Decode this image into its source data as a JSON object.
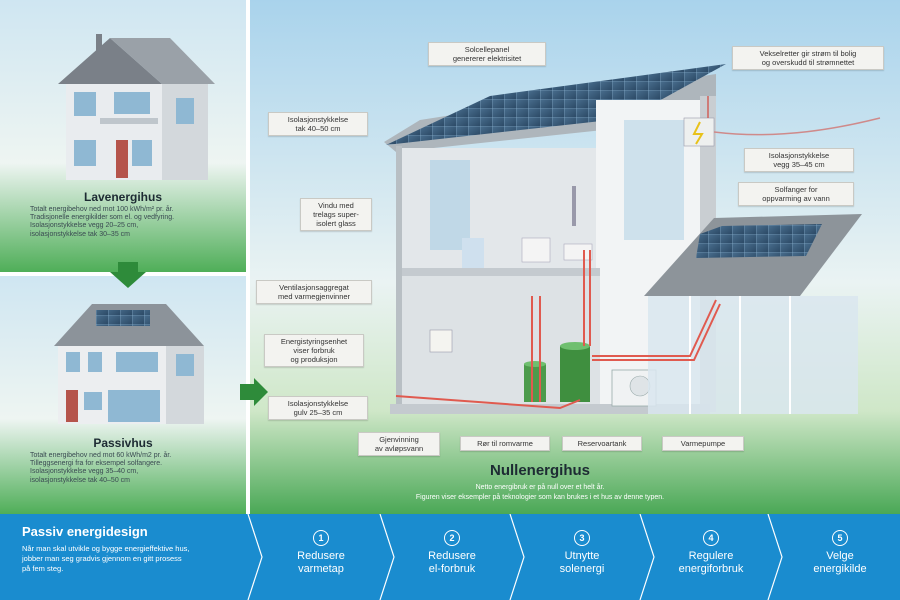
{
  "lavenergi": {
    "title": "Lavenergihus",
    "desc": "Totalt energibehov ned mot 100 kWh/m² pr. år.\nTradisjonelle energikilder som el. og vedfyring.\nIsolasjonstykkelse vegg 20–25 cm,\nisolasjonstykkelse tak 30–35 cm"
  },
  "passiv": {
    "title": "Passivhus",
    "desc": "Totalt energibehov ned mot 60 kWh/m2 pr. år.\nTilleggsenergi fra for eksempel solfangere.\nIsolasjonstykkelse vegg 35–40 cm,\nisolasjonstykkelse tak 40–50 cm"
  },
  "nullenergi": {
    "title": "Nullenergihus",
    "desc1": "Netto energibruk er på null over et helt år.",
    "desc2": "Figuren viser eksempler på teknologier som kan brukes i et hus av denne typen."
  },
  "labels": {
    "solcelle": "Solcellepanel\ngenererer elektrisitet",
    "vekselretter": "Vekselretter gir strøm til bolig\nog overskudd til strømnettet",
    "isotak": "Isolasjonstykkelse\ntak 40–50 cm",
    "isovegg": "Isolasjonstykkelse\nvegg 35–45 cm",
    "vindu": "Vindu med\ntrelags super-\nisolert glass",
    "solfanger": "Solfanger for\noppvarming av vann",
    "ventilasjon": "Ventilasjonsaggregat\nmed varmegjenvinner",
    "energistyring": "Energistyringsenhet\nviser forbruk\nog produksjon",
    "isogulv": "Isolasjonstykkelse\ngulv 25–35 cm",
    "gjenvinning": "Gjenvinning\nav avløpsvann",
    "romvarme": "Rør til romvarme",
    "reservoar": "Reservoartank",
    "varmepumpe": "Varmepumpe"
  },
  "design": {
    "title": "Passiv energidesign",
    "desc": "Når man skal utvikle og bygge energieffektive hus,\njobber man seg gradvis gjennom en gitt prosess\npå fem steg.",
    "steps": [
      {
        "num": "1",
        "label": "Redusere\nvarmetap"
      },
      {
        "num": "2",
        "label": "Redusere\nel-forbruk"
      },
      {
        "num": "3",
        "label": "Utnytte\nsolenergi"
      },
      {
        "num": "4",
        "label": "Regulere\nenergiforbruk"
      },
      {
        "num": "5",
        "label": "Velge\nenergikilde"
      }
    ]
  },
  "colors": {
    "blue": "#1a8ccf",
    "green": "#2e8b3a",
    "pipe": "#e05a4f"
  }
}
